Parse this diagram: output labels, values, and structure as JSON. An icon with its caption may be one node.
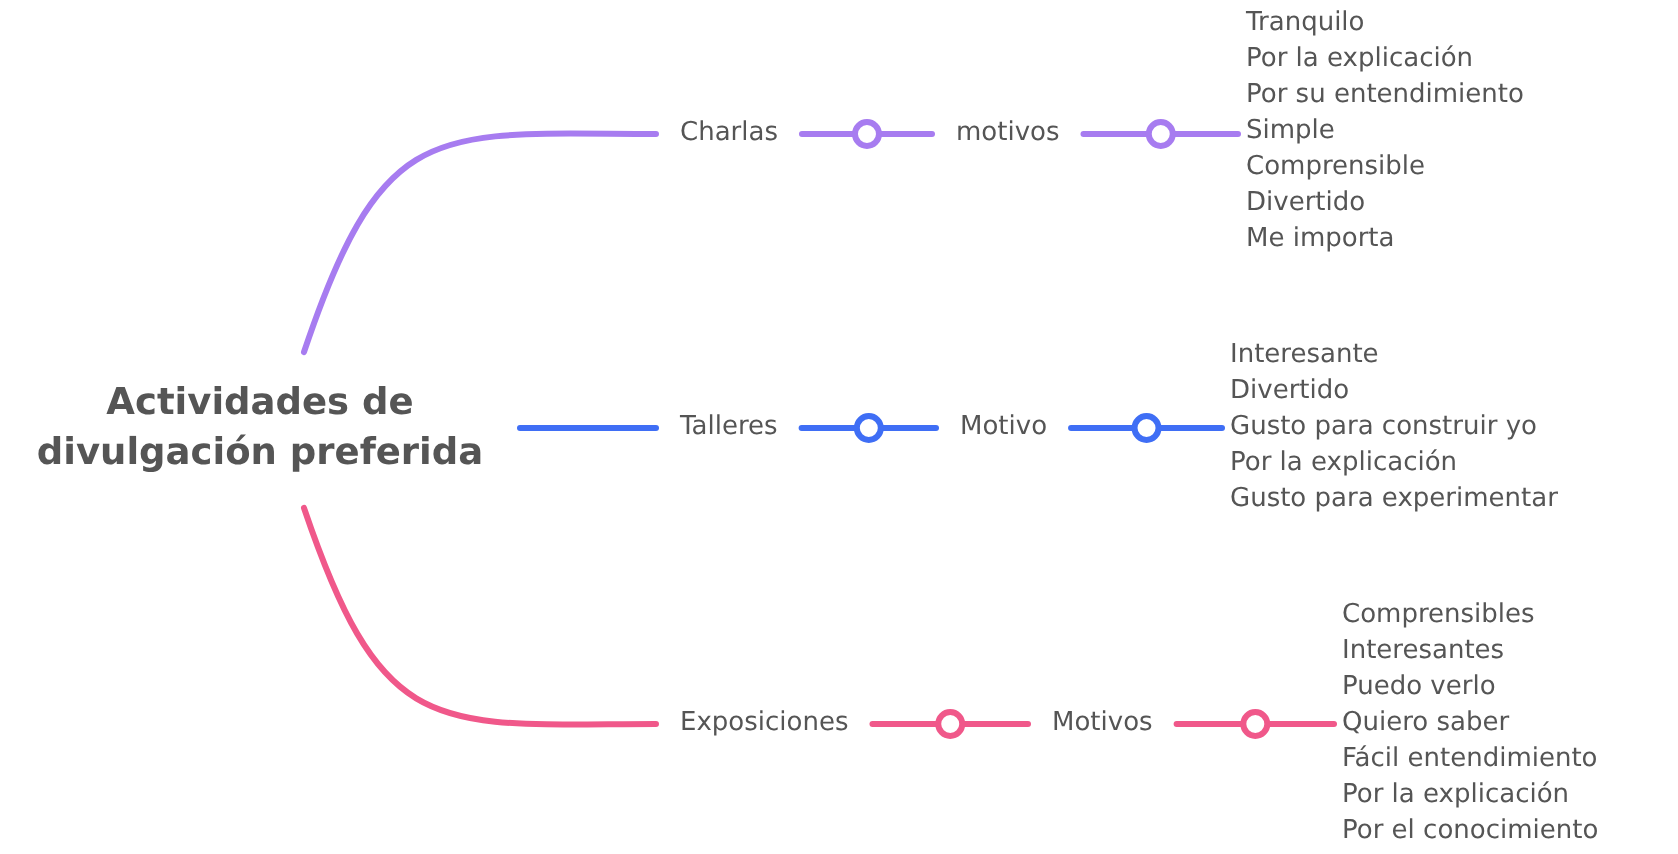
{
  "diagram": {
    "nodes": [
      {
        "text": [
          "Actividades de divulgación preferida"
        ]
      },
      {
        "text": [
          "Charlas"
        ]
      },
      {
        "text": [
          "motivos"
        ]
      },
      {
        "text": [
          "Tranquilo",
          "Por la explicación",
          "Por su entendimiento",
          "Simple",
          "Comprensible",
          "Divertido",
          "Me importa"
        ]
      },
      {
        "text": [
          "Talleres"
        ]
      },
      {
        "text": [
          "Motivo"
        ]
      },
      {
        "text": [
          "Interesante",
          "Divertido",
          "Gusto para construir yo",
          "Por la explicación",
          "Gusto para experimentar"
        ]
      },
      {
        "text": [
          "Exposiciones"
        ]
      },
      {
        "text": [
          "Motivos"
        ]
      },
      {
        "text": [
          "Comprensibles",
          "Interesantes",
          "Puedo verlo",
          "Quiero saber",
          "Fácil entendimiento",
          "Por la explicación",
          "Por el conocimiento"
        ]
      }
    ],
    "edges": [
      {
        "from": 0,
        "to": 1,
        "arrow": "none",
        "color": "#a77cf0"
      },
      {
        "from": 1,
        "to": 2,
        "arrow": "none",
        "color": "#a77cf0"
      },
      {
        "from": 2,
        "to": 3,
        "arrow": "none",
        "color": "#a77cf0"
      },
      {
        "from": 0,
        "to": 4,
        "arrow": "none",
        "color": "#3f6ef5"
      },
      {
        "from": 4,
        "to": 5,
        "arrow": "none",
        "color": "#3f6ef5"
      },
      {
        "from": 5,
        "to": 6,
        "arrow": "none",
        "color": "#3f6ef5"
      },
      {
        "from": 0,
        "to": 7,
        "arrow": "none",
        "color": "#f0588a"
      },
      {
        "from": 7,
        "to": 8,
        "arrow": "none",
        "color": "#f0588a"
      },
      {
        "from": 8,
        "to": 9,
        "arrow": "none",
        "color": "#f0588a"
      }
    ]
  }
}
